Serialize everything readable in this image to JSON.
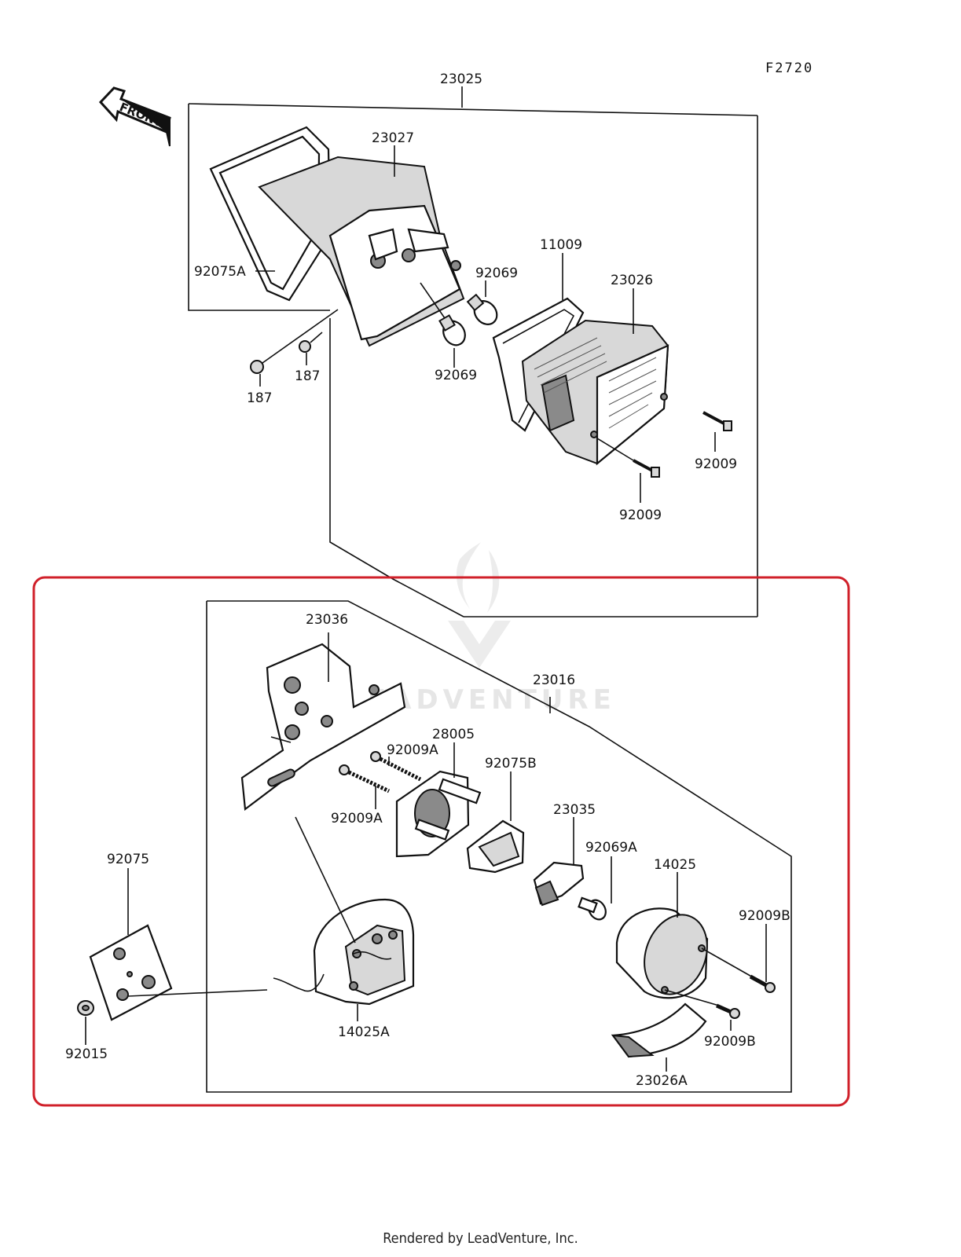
{
  "diagram_code": "F2720",
  "front_arrow_label": "FRONT",
  "watermark_text": "LEADVENTURE",
  "footer_text": "Rendered by LeadVenture, Inc.",
  "highlight_color": "#d0202a",
  "parts": {
    "p23025": "23025",
    "p23027": "23027",
    "p92075A": "92075A",
    "p92069_top": "92069",
    "p92069_bottom": "92069",
    "p11009": "11009",
    "p23026": "23026",
    "p187_left": "187",
    "p187_right": "187",
    "p92009_right": "92009",
    "p92009_bottom": "92009",
    "p23036": "23036",
    "p23016": "23016",
    "p28005": "28005",
    "p92009A_top": "92009A",
    "p92009A_bottom": "92009A",
    "p92075B": "92075B",
    "p23035": "23035",
    "p92069A": "92069A",
    "p14025": "14025",
    "p92009B_top": "92009B",
    "p92009B_bottom": "92009B",
    "p92075": "92075",
    "p92015": "92015",
    "p14025A": "14025A",
    "p23026A": "23026A"
  }
}
